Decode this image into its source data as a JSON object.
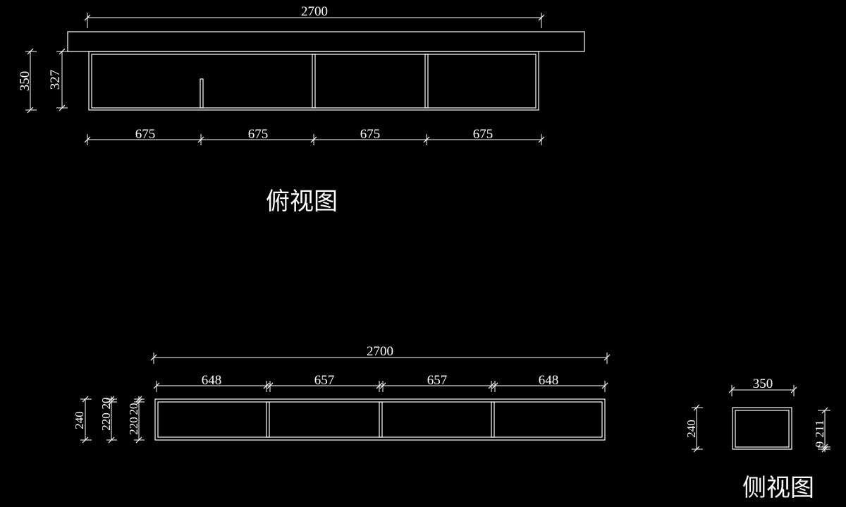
{
  "views": {
    "top": {
      "title": "俯视图",
      "dims": {
        "overall_width": "2700",
        "overall_depth": "350",
        "inner_depth": "327",
        "segments": [
          "675",
          "675",
          "675",
          "675"
        ]
      }
    },
    "front": {
      "dims": {
        "overall_width": "2700",
        "segments": [
          "648",
          "657",
          "657",
          "648"
        ],
        "height": "240",
        "inner_height": "220",
        "top_thickness": "20",
        "left_labels": [
          "240",
          "220",
          "20",
          "20",
          "220"
        ]
      }
    },
    "side": {
      "title": "侧视图",
      "dims": {
        "width": "350",
        "height": "240",
        "right_labels": [
          "9",
          "211"
        ]
      }
    }
  }
}
